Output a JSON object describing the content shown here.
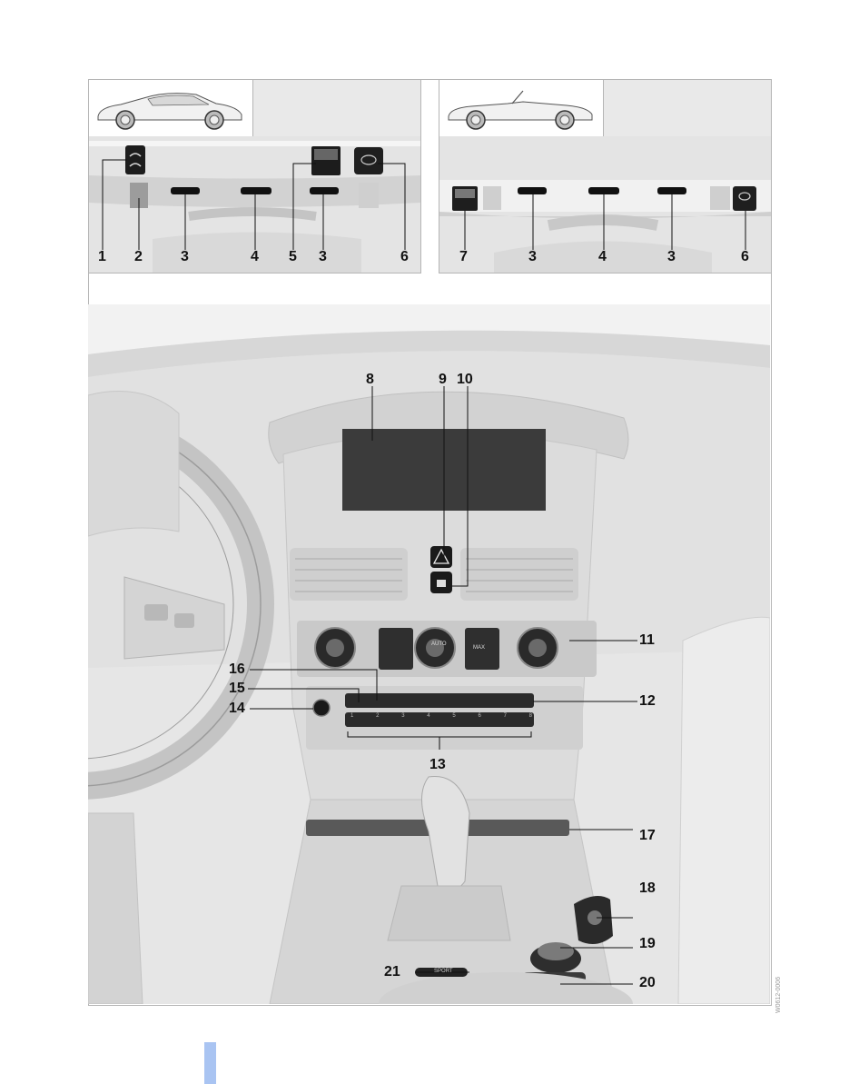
{
  "coupe_panel": {
    "callouts": [
      "1",
      "2",
      "3",
      "4",
      "5",
      "3",
      "6"
    ]
  },
  "convertible_panel": {
    "callouts": [
      "7",
      "3",
      "4",
      "3",
      "6"
    ]
  },
  "cockpit": {
    "callouts": [
      "8",
      "9",
      "10",
      "11",
      "12",
      "13",
      "14",
      "15",
      "16",
      "17",
      "18",
      "19",
      "20",
      "21"
    ],
    "radio_preset_keys": [
      "1",
      "2",
      "3",
      "4",
      "5",
      "6",
      "7",
      "8"
    ],
    "climate_button_labels": [
      "AUTO",
      "MAX"
    ],
    "console_labels": [
      "SPORT"
    ]
  },
  "figure_code": "W0612-0006",
  "colors": {
    "panel_bg": "#e9e9e9",
    "panel_border": "#b5b5b5",
    "callout_text": "#111111",
    "page_marker": "#a9c4f2"
  }
}
